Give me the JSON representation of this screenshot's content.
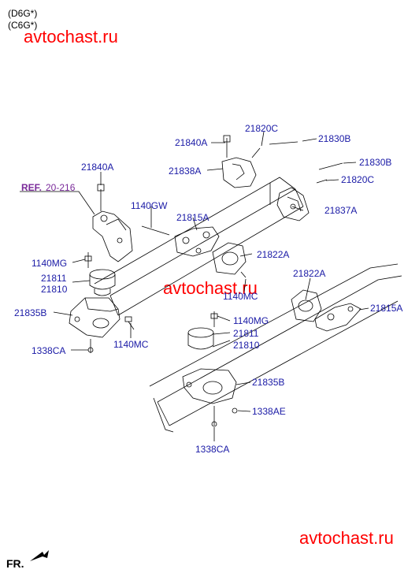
{
  "header": {
    "line1": "(D6G*)",
    "line2": "(C6G*)"
  },
  "watermark": "avtochast.ru",
  "footer": {
    "fr": "FR."
  },
  "ref": {
    "prefix": "REF.",
    "number": "20-216"
  },
  "labels": {
    "l21840A_top": "21840A",
    "l21820C_top": "21820C",
    "l21830B_top": "21830B",
    "l21838A": "21838A",
    "l21830B_right": "21830B",
    "l21820C_right": "21820C",
    "l21840A_left": "21840A",
    "l21837A": "21837A",
    "l1140GW": "1140GW",
    "l21815A_mid": "21815A",
    "l21822A_mid": "21822A",
    "l1140MG_left": "1140MG",
    "l21811_left": "21811",
    "l21810_left": "21810",
    "l1140MC_mid": "1140MC",
    "l21822A_right": "21822A",
    "l21815A_right": "21815A",
    "l21835B_left": "21835B",
    "l1140MG_mid": "1140MG",
    "l21811_mid": "21811",
    "l1140MC_left": "1140MC",
    "l21810_mid": "21810",
    "l1338CA_left": "1338CA",
    "l21835B_mid": "21835B",
    "l1338AE": "1338AE",
    "l1338CA_bottom": "1338CA"
  },
  "colors": {
    "label": "#1a1aa6",
    "ref": "#7a2a9a",
    "watermark": "#ff0000",
    "line": "#000000"
  }
}
